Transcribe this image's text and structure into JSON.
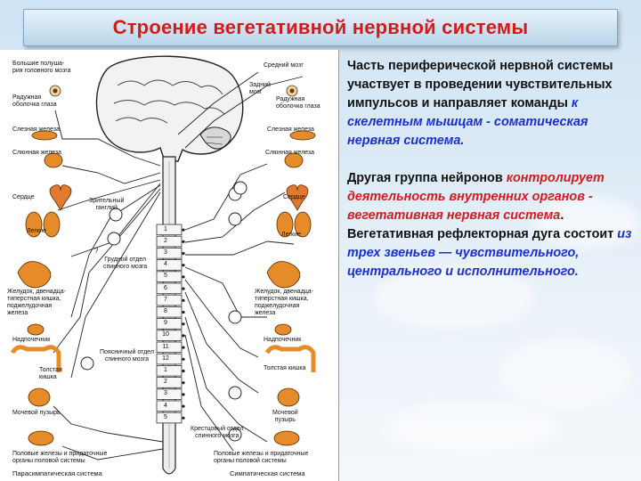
{
  "title": "Строение вегетативной нервной системы",
  "diagram": {
    "labels_left": [
      "Большие полуша-\nрия головного мозга",
      "Радужная\nоболочка глаза",
      "Слезная железа",
      "Слюнная железа",
      "Сердце",
      "Зрительный\nганглий",
      "Легкие",
      "Желудок, двенадца-\nтиперстная кишка,\nподжелудочная\nжелеза",
      "Надпочечник",
      "Толстая\nкишка",
      "Мочевой пузырь",
      "Половые железы и придаточные\nорганы половой системы",
      "Парасимпатическая система"
    ],
    "labels_right": [
      "Средний мозг",
      "Задний\nмозг",
      "Радужная\nоболочка глаза",
      "Слезная железа",
      "Слюнная железа",
      "Сердце",
      "Легкие",
      "Желудок, двенадца-\nтиперстная кишка,\nподжелудочная\nжелеза",
      "Надпочечник",
      "Толстая кишка",
      "Мочевой\nпузырь",
      "Половые железы и придаточные\nорганы половой системы",
      "Симпатическая система"
    ],
    "labels_center": [
      "Грудной отдел\nспинного мозга",
      "Поясничный отдел\nспинного мозга",
      "Крестцовый отдел\nспинного мозга",
      "?"
    ],
    "segments": [
      "1",
      "2",
      "3",
      "4",
      "5",
      "6",
      "7",
      "8",
      "9",
      "10",
      "11",
      "12",
      "1",
      "2",
      "3",
      "4",
      "5"
    ]
  },
  "text": {
    "p1_plain": "Часть периферической нервной системы участвует в проведении чувствительных импульсов и направляет команды ",
    "p1_em": "к скелетным мышцам - соматическая нервная система.",
    "p2_plain": "Другая группа нейронов ",
    "p2_em": "контролирует деятельность внутренних органов - вегетативная нервная система",
    "p2_tail": ".",
    "p3_plain": "Вегетативная рефлекторная дуга состоит ",
    "p3_em": "из трех звеньев — чувствительного, центрального и исполнительного."
  },
  "colors": {
    "title": "#d21c1c",
    "blue_em": "#1b2fd1",
    "red_em": "#d21c1c",
    "organ": "#e58b2a"
  }
}
